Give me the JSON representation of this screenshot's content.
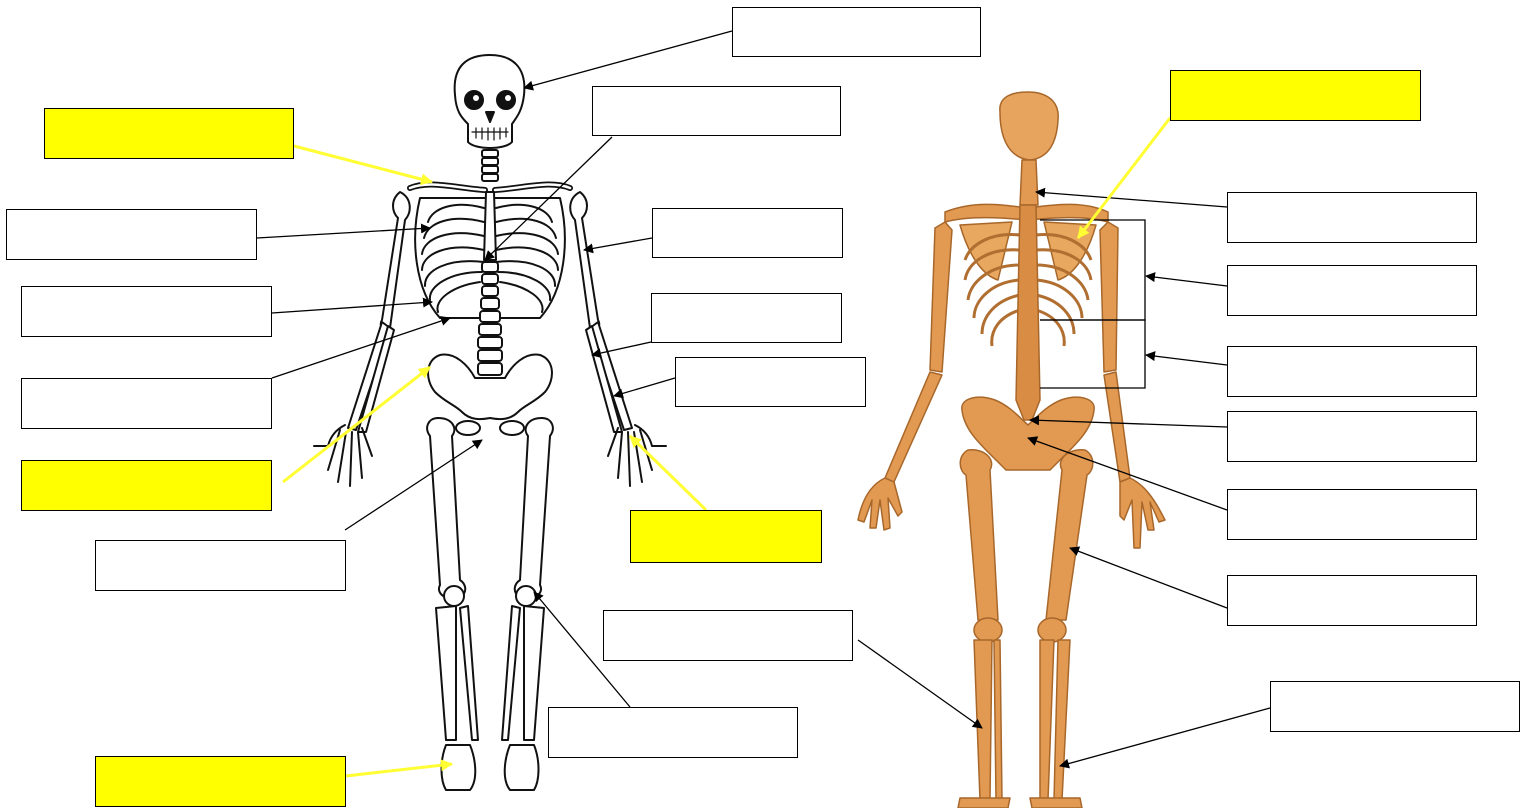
{
  "colors": {
    "highlight_fill": "#ffff00",
    "highlight_line": "#ffff33",
    "pointer_line": "#000000",
    "front_bone_fill": "#ffffff",
    "front_bone_outline": "#111111",
    "back_bone_fill": "#e29a52",
    "back_bone_outline": "#a8672a",
    "back_skull_fill": "#e7a45f"
  },
  "front_view": {
    "name": "front-skeleton-line-drawing"
  },
  "back_view": {
    "name": "back-skeleton-color-illustration"
  },
  "labels": [
    {
      "id": "skull",
      "text": "",
      "style": "plain"
    },
    {
      "id": "sternum",
      "text": "",
      "style": "plain"
    },
    {
      "id": "clavicle",
      "text": "",
      "style": "highlight"
    },
    {
      "id": "ribs",
      "text": "",
      "style": "plain"
    },
    {
      "id": "humerus",
      "text": "",
      "style": "plain"
    },
    {
      "id": "costal-cartilage",
      "text": "",
      "style": "plain"
    },
    {
      "id": "radius",
      "text": "",
      "style": "plain"
    },
    {
      "id": "floating-ribs",
      "text": "",
      "style": "plain"
    },
    {
      "id": "ulna",
      "text": "",
      "style": "plain"
    },
    {
      "id": "pelvis",
      "text": "",
      "style": "highlight"
    },
    {
      "id": "carpals",
      "text": "",
      "style": "highlight"
    },
    {
      "id": "sacrum-front",
      "text": "",
      "style": "plain"
    },
    {
      "id": "patella",
      "text": "",
      "style": "plain"
    },
    {
      "id": "femur-front",
      "text": "",
      "style": "plain"
    },
    {
      "id": "tarsals",
      "text": "",
      "style": "highlight"
    },
    {
      "id": "scapula",
      "text": "",
      "style": "highlight"
    },
    {
      "id": "cervical-vertebrae",
      "text": "",
      "style": "plain"
    },
    {
      "id": "thoracic-vertebrae",
      "text": "",
      "style": "plain"
    },
    {
      "id": "lumbar-vertebrae",
      "text": "",
      "style": "plain"
    },
    {
      "id": "coccyx",
      "text": "",
      "style": "plain"
    },
    {
      "id": "ilium",
      "text": "",
      "style": "plain"
    },
    {
      "id": "femur-back",
      "text": "",
      "style": "plain"
    },
    {
      "id": "tibia",
      "text": "",
      "style": "plain"
    },
    {
      "id": "fibula",
      "text": "",
      "style": "plain"
    }
  ]
}
